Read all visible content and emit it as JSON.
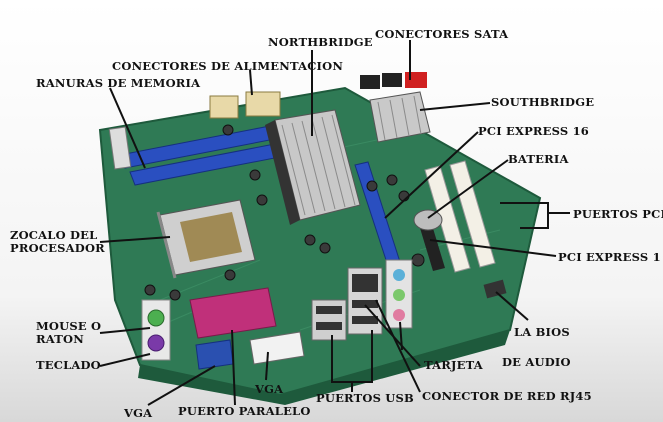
{
  "labels": {
    "northbridge": "NORTHBRIDGE",
    "sata": "CONECTORES SATA",
    "power": "CONECTORES DE ALIMENTACION",
    "memory": "RANURAS DE MEMORIA",
    "southbridge": "SOUTHBRIDGE",
    "pcie16": "PCI EXPRESS 16",
    "battery": "BATERIA",
    "pci_slots": "PUERTOS PCI",
    "cpu_socket": "ZOCALO DEL\nPROCESADOR",
    "pcie1": "PCI EXPRESS 1",
    "mouse": "MOUSE O\nRATON",
    "bios": "LA BIOS",
    "keyboard": "TECLADO",
    "audio": "DE AUDIO",
    "card": "TARJETA",
    "vga_right": "VGA",
    "usb": "PUERTOS USB",
    "rj45": "CONECTOR DE RED RJ45",
    "vga_left": "VGA",
    "parallel": "PUERTO PARALELO"
  },
  "colors": {
    "pcb": "#2f7a55",
    "pcb_dark": "#1e5a3c",
    "memory_slot": "#2a4fc0",
    "parallel_port": "#c0307a",
    "vga_port": "#2a50b0",
    "keyboard_port": "#7a3aa8",
    "mouse_port": "#4caf50",
    "sata_red": "#d02020",
    "line": "#111111"
  }
}
